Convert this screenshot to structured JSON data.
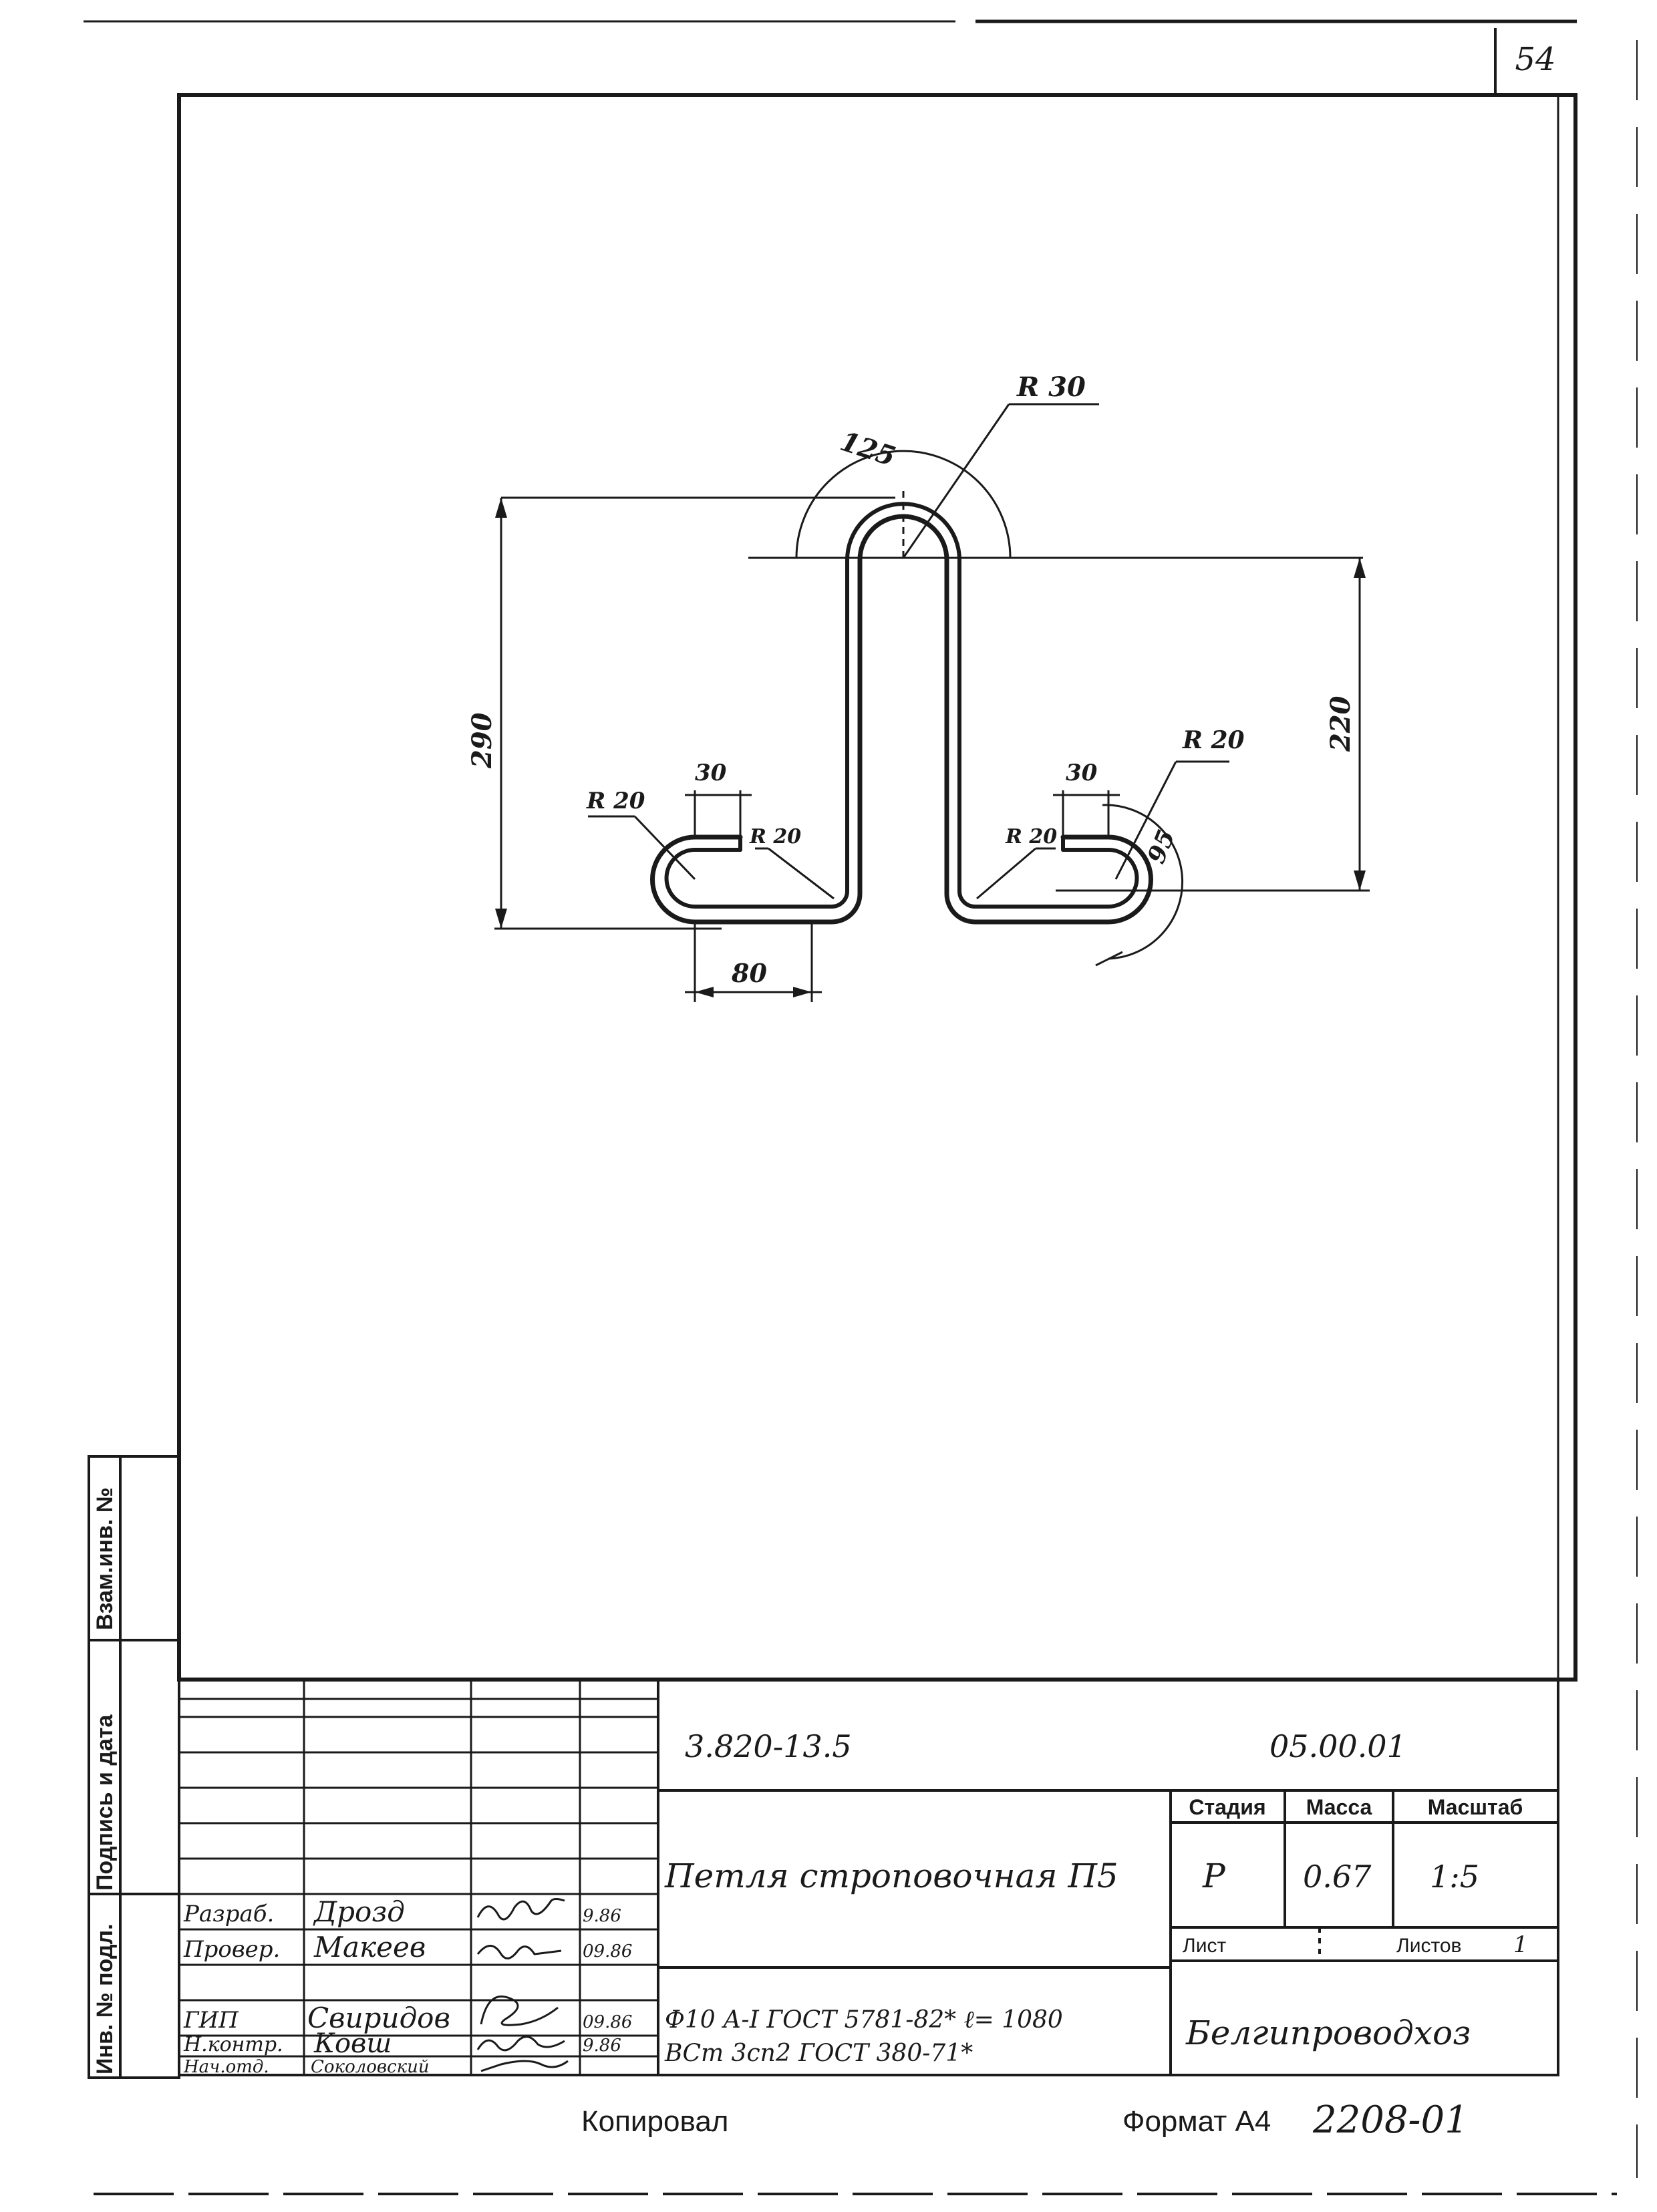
{
  "sheet": {
    "number": "54",
    "ink_color": "#1a1a1a",
    "paper_color": "#ffffff"
  },
  "drawing": {
    "dims": {
      "d125": "125",
      "r30": "R 30",
      "d290": "290",
      "d220": "220",
      "r20_left_outer": "R 20",
      "r20_left_inner": "R 20",
      "r20_right_outer": "R 20",
      "r20_right_inner": "R 20",
      "d30_left": "30",
      "d30_right": "30",
      "d80": "80",
      "d95": "95"
    }
  },
  "side_stamp": {
    "vzam": "Взам.инв. №",
    "podpis": "Подпись и дата",
    "inv": "Инв. № подл."
  },
  "title_block": {
    "doc_code": "3.820-13.5",
    "part_code": "05.00.01",
    "title": "Петля строповочная П5",
    "headers": {
      "stage": "Стадия",
      "mass": "Масса",
      "scale": "Масштаб"
    },
    "stage": "Р",
    "mass": "0.67",
    "scale": "1:5",
    "sheet_label": "Лист",
    "sheets_label": "Листов",
    "sheets_count": "1",
    "material_line1": "Ф10 А-I ГОСТ 5781-82* ℓ= 1080",
    "material_line2": "ВСт 3сп2 ГОСТ 380-71*",
    "organization": "Белгипроводхоз",
    "roles": [
      {
        "role": "Разраб.",
        "name": "Дрозд",
        "date": "9.86"
      },
      {
        "role": "Провер.",
        "name": "Макеев",
        "date": "09.86"
      },
      {
        "role": "",
        "name": "",
        "date": ""
      },
      {
        "role": "ГИП",
        "name": "Свиридов",
        "date": "09.86"
      },
      {
        "role": "Н.контр.",
        "name": "Ковш",
        "date": "9.86"
      },
      {
        "role": "Нач.отд.",
        "name": "Соколовский",
        "date": ""
      }
    ]
  },
  "footer": {
    "copied": "Копировал",
    "format": "Формат А4",
    "number": "2208-01"
  }
}
